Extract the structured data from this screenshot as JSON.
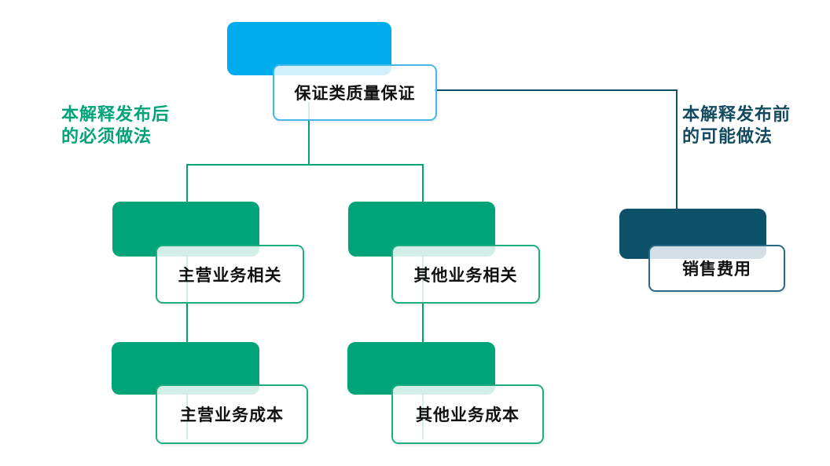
{
  "diagram": {
    "root_label": "保证类质量保证",
    "left_annotation": "本解释发布后\n的必须做法",
    "right_annotation": "本解释发布前\n的可能做法",
    "level2": [
      {
        "label": "主营业务相关"
      },
      {
        "label": "其他业务相关"
      }
    ],
    "level3": [
      {
        "label": "主营业务成本"
      },
      {
        "label": "其他业务成本"
      }
    ],
    "legacy_node_label": "销售费用",
    "colors": {
      "root_blue": "#00ACEC",
      "branch_green": "#00A478",
      "legacy_dark_teal": "#0D506A",
      "left_annotation_text": "#00A478",
      "right_annotation_text": "#134A60",
      "root_box_border": "#45B7E9",
      "branch_box_border": "#1FAE80",
      "legacy_box_border": "#2A6A85"
    }
  }
}
